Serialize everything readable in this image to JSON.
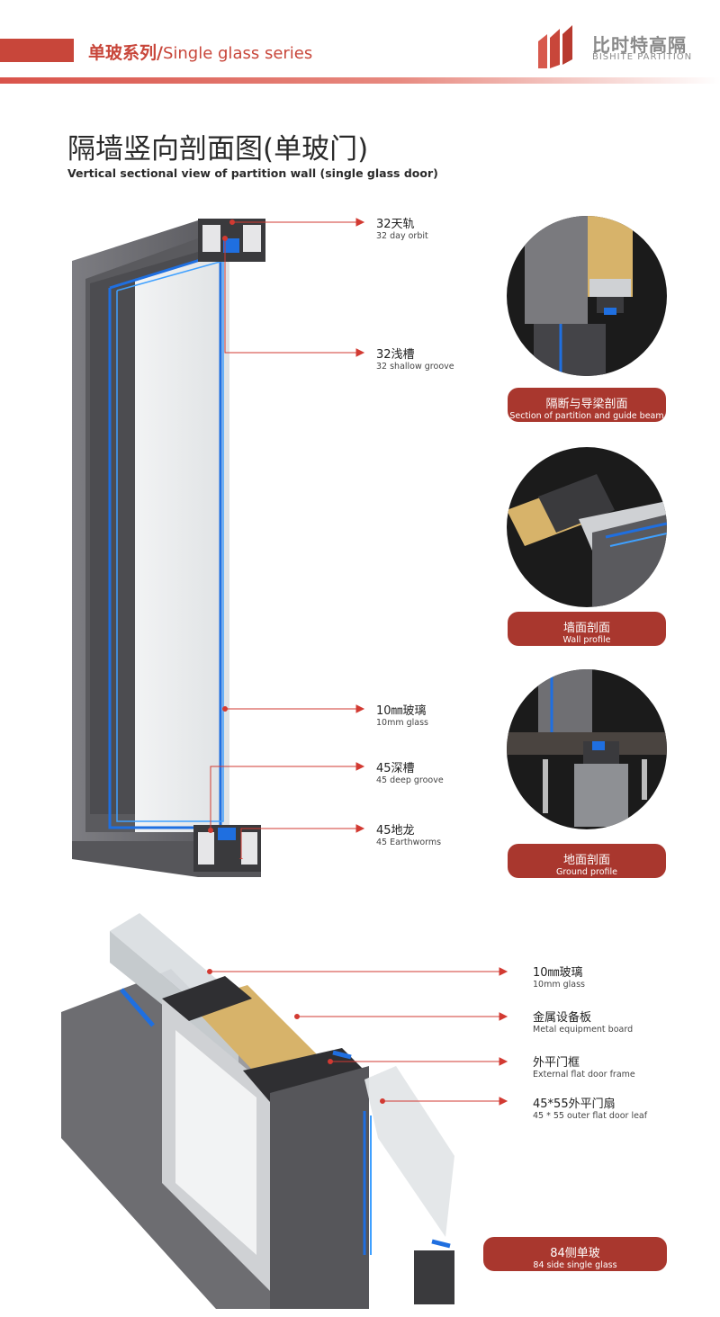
{
  "header": {
    "title_cn": "单玻系列/",
    "title_en": "Single glass series",
    "brand_name": "比时特高隔",
    "brand_sub": "BISHITE PARTITION"
  },
  "main": {
    "title": "隔墙竖向剖面图(单玻门)",
    "subtitle": "Vertical sectional view of partition wall (single glass door)"
  },
  "callouts_top": [
    {
      "cn": "32天轨",
      "en": "32 day orbit"
    },
    {
      "cn": "32浅槽",
      "en": "32 shallow groove"
    },
    {
      "cn": "10㎜玻璃",
      "en": "10mm glass"
    },
    {
      "cn": "45深槽",
      "en": "45 deep groove"
    },
    {
      "cn": "45地龙",
      "en": "45 Earthworms"
    }
  ],
  "circles": [
    {
      "cn": "隔断与导梁剖面",
      "en": "Section of partition and guide beam"
    },
    {
      "cn": "墙面剖面",
      "en": "Wall profile"
    },
    {
      "cn": "地面剖面",
      "en": "Ground profile"
    }
  ],
  "callouts_bottom": [
    {
      "cn": "10㎜玻璃",
      "en": "10mm glass"
    },
    {
      "cn": "金属设备板",
      "en": "Metal equipment board"
    },
    {
      "cn": "外平门框",
      "en": "External flat door frame"
    },
    {
      "cn": "45*55外平门扇",
      "en": "45 * 55 outer flat door leaf"
    }
  ],
  "bottom_badge": {
    "cn": "84侧单玻",
    "en": "84 side single glass"
  },
  "colors": {
    "accent": "#c8463a",
    "badge": "#a9372e",
    "frame": "#6f6f73",
    "blue_seal": "#1f6fe0"
  }
}
